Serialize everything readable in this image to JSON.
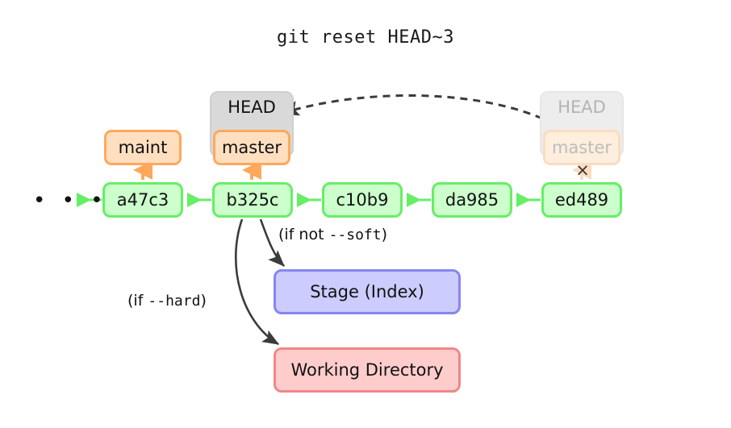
{
  "title": "git reset HEAD~3",
  "colors": {
    "commit_fill": "#ccffcc",
    "commit_border": "#66ee66",
    "ref_fill": "#ffdfc0",
    "ref_border": "#ffa85c",
    "head_fill": "#d9d9d9",
    "head_border": "#cfcfcf",
    "stage_fill": "#ccccff",
    "stage_border": "#8686f0",
    "workdir_fill": "#ffcccc",
    "workdir_border": "#f08787",
    "arrow_dark": "#3b3b3b",
    "ghost_text": "#b3b3b3"
  },
  "history": {
    "ellipsis": "• • •",
    "commits": [
      {
        "id": "a47c3"
      },
      {
        "id": "b325c"
      },
      {
        "id": "c10b9"
      },
      {
        "id": "da985"
      },
      {
        "id": "ed489"
      }
    ]
  },
  "refs": {
    "maint": "maint",
    "master": "master",
    "head": "HEAD",
    "ghost_head": "HEAD",
    "ghost_master": "master",
    "cross_mark": "×"
  },
  "areas": {
    "stage": "Stage (Index)",
    "working_directory": "Working Directory"
  },
  "annotations": {
    "not_soft_prefix": "(if not ",
    "not_soft_flag": "--soft",
    "not_soft_suffix": ")",
    "hard_prefix": "(if ",
    "hard_flag": "--hard",
    "hard_suffix": ")"
  }
}
